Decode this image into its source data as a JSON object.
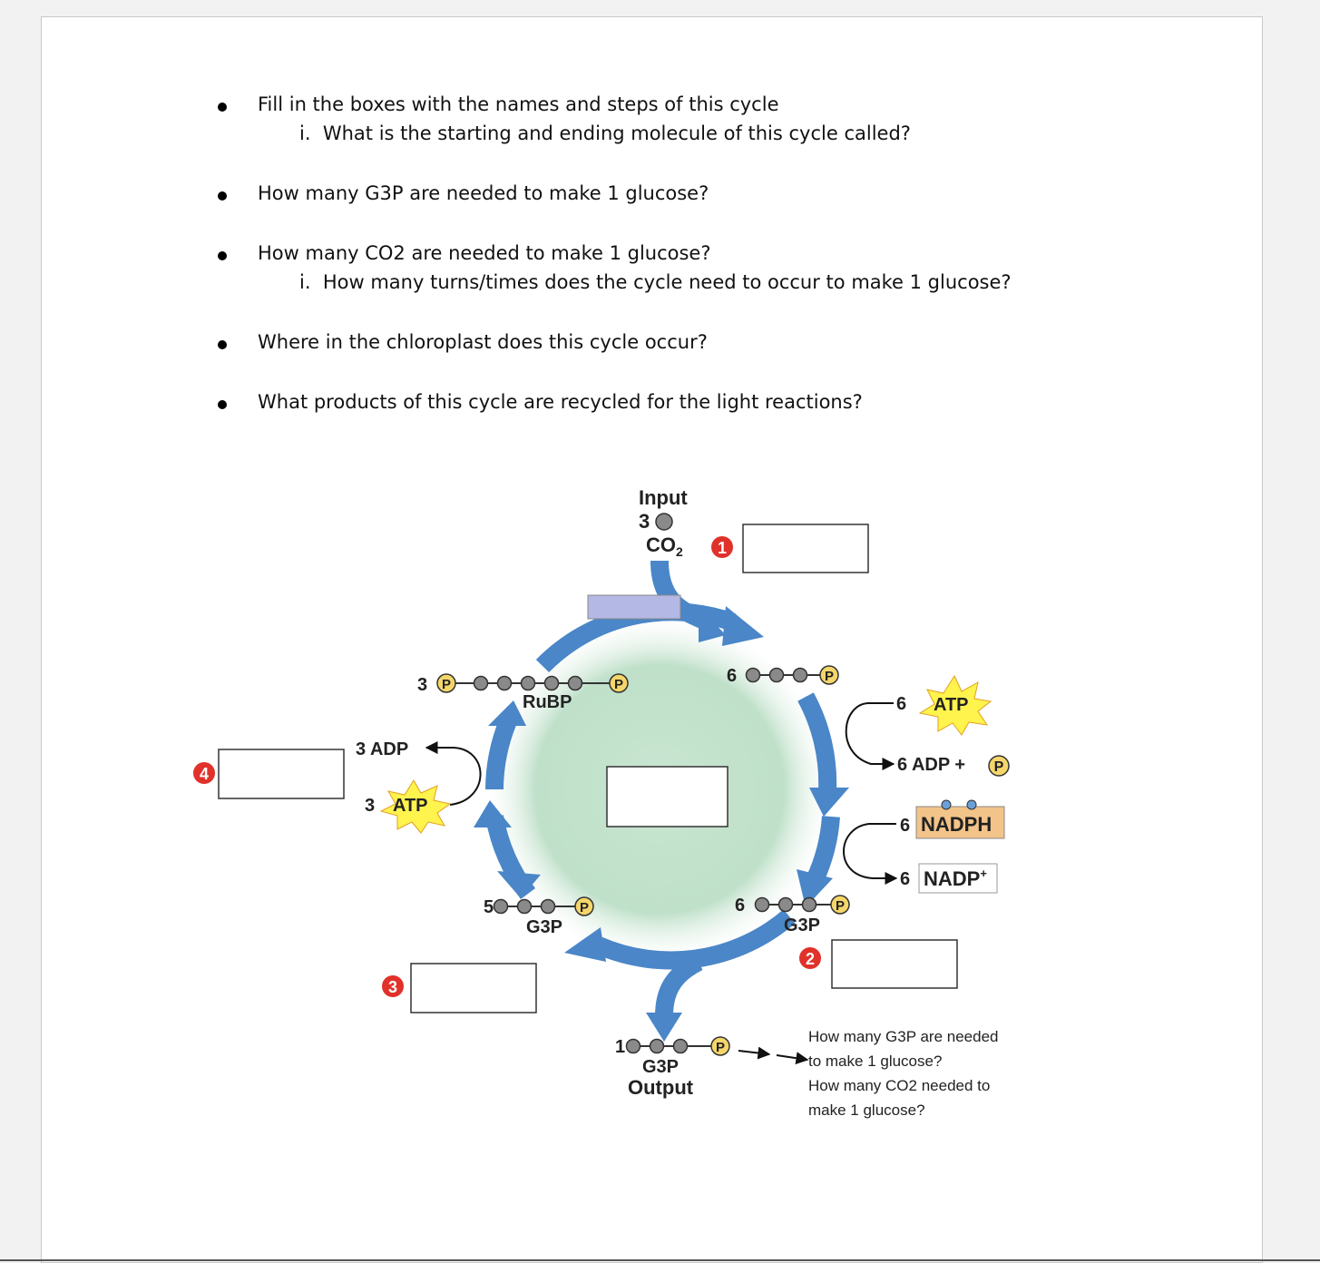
{
  "questions": [
    {
      "text": "Fill in the boxes with the names and steps of this cycle",
      "sub": "i.  What is the starting and ending molecule of this cycle called?"
    },
    {
      "text": "How many G3P are needed to make 1 glucose?",
      "sub": ""
    },
    {
      "text": "How many CO2 are needed to make 1 glucose?",
      "sub": "i.  How many turns/times does the cycle need to occur to make 1 glucose?"
    },
    {
      "text": "Where in the chloroplast does this cycle occur?",
      "sub": ""
    },
    {
      "text": "What products of this cycle are recycled for the light reactions?",
      "sub": ""
    }
  ],
  "diagram": {
    "input_label": "Input",
    "input_count": "3",
    "co2_label": "CO",
    "co2_sub": "2",
    "rubp_count": "3",
    "rubp_label": "RuBP",
    "p_label": "P",
    "six_p_count": "6",
    "g3p_label": "G3P",
    "g3p6_count": "6",
    "g3p5_count": "5",
    "output_count": "1",
    "output_label": "Output",
    "adp3_label": "3 ADP",
    "atp3_count": "3",
    "atp_label": "ATP",
    "atp6_count": "6",
    "adp6_label": "6 ADP +",
    "nadph_count": "6",
    "nadph_label": "NADPH",
    "nadp_count": "6",
    "nadp_label": "NADP",
    "nadp_sup": "+",
    "steps": [
      "1",
      "2",
      "3",
      "4"
    ]
  },
  "note": {
    "line1": "How many G3P are needed",
    "line2": "to make 1 glucose?",
    "line3": "How many CO2 needed to",
    "line4": "make 1 glucose?"
  },
  "colors": {
    "arrow_blue": "#4a86c8",
    "stroma_green": "#b8dcc4",
    "step_red": "#e0312a",
    "atp_yellow": "#fff34d",
    "nadph_tan": "#f2c48a",
    "enzyme_box": "#b4b8e4"
  }
}
